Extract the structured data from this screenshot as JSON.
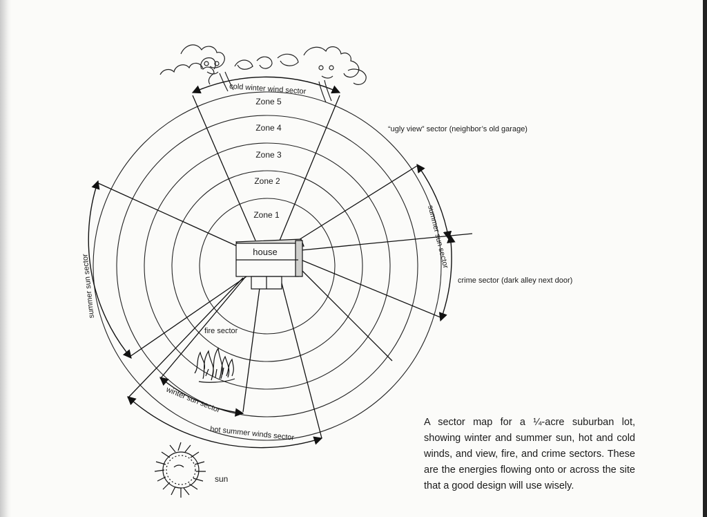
{
  "zones": [
    {
      "label": "Zone 1"
    },
    {
      "label": "Zone 2"
    },
    {
      "label": "Zone 3"
    },
    {
      "label": "Zone 4"
    },
    {
      "label": "Zone 5"
    }
  ],
  "center_label": "house",
  "sectors": {
    "cold_winter_wind": "cold winter wind sector",
    "ugly_view": "“ugly view” sector (neighbor’s old garage)",
    "summer_sun_right": "summer sun sector",
    "summer_sun_left": "summer sun sector",
    "crime": "crime sector (dark alley next door)",
    "fire": "fire sector",
    "winter_sun": "winter sun sector",
    "hot_summer_winds": "hot summer winds sector"
  },
  "sun_label": "sun",
  "caption": "A sector map for a ¼-acre suburban lot, showing winter and summer sun, hot and cold winds, and view, fire, and crime sectors. These are the energies flowing onto or across the site that a good design will use wisely."
}
